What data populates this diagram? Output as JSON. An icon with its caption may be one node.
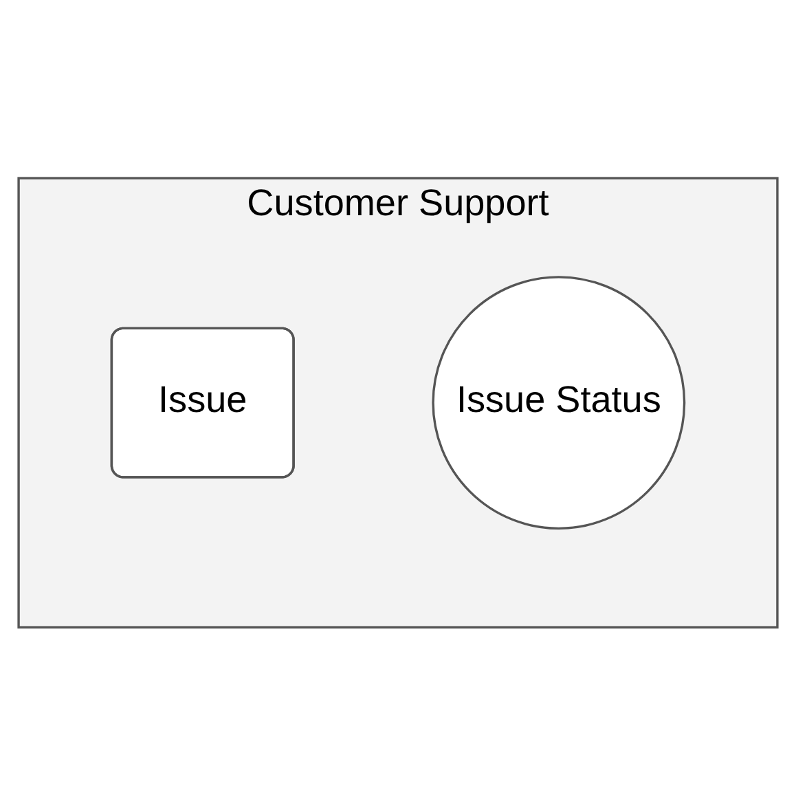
{
  "diagram": {
    "nodes": [
      {
        "text": [
          "Customer Support"
        ]
      },
      {
        "text": [
          "Issue"
        ],
        "in": 0
      },
      {
        "text": [
          "Issue Status"
        ],
        "in": 0
      }
    ]
  }
}
